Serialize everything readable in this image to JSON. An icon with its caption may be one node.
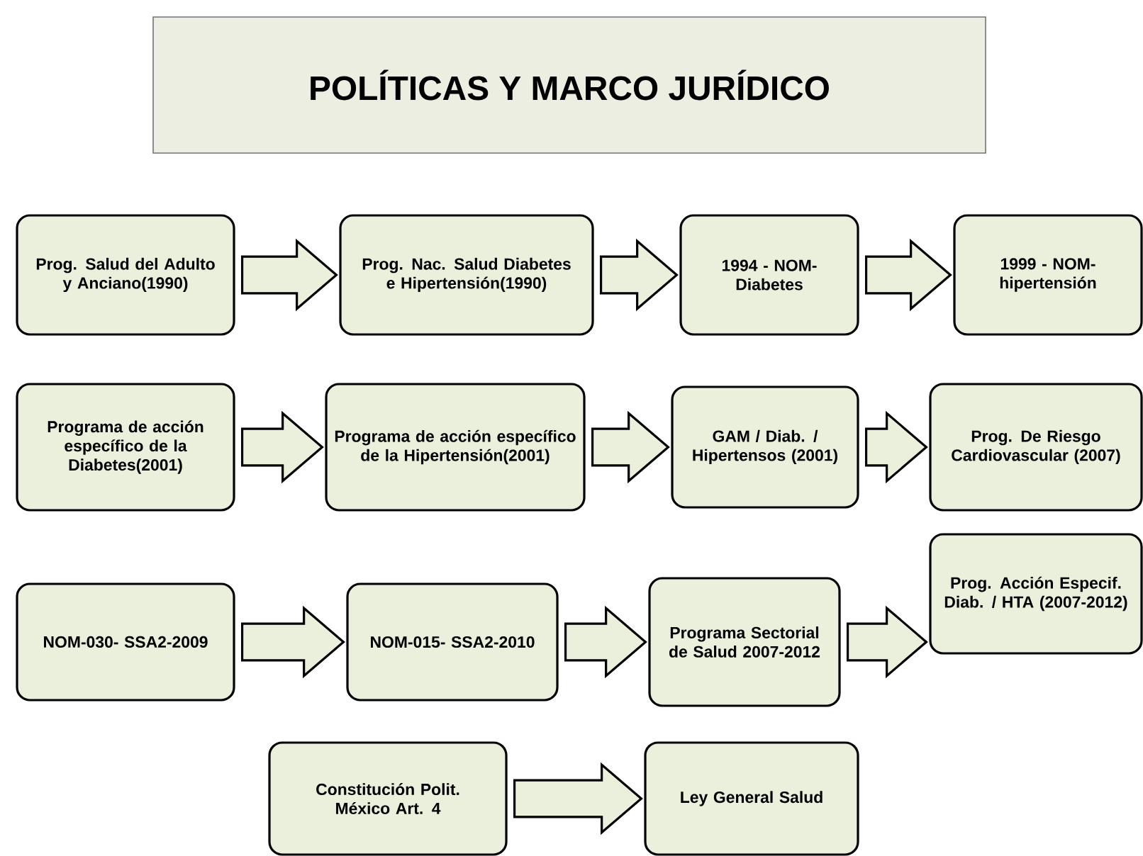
{
  "diagram": {
    "title": "POLÍTICAS Y MARCO JURÍDICO",
    "nodes": [
      {
        "text": [
          "Prog. Salud del Adulto y Anciano(1990)"
        ]
      },
      {
        "text": [
          "Prog. Nac. Salud Diabetes e Hipertensión(1990)"
        ]
      },
      {
        "text": [
          "1994 - NOM- Diabetes"
        ]
      },
      {
        "text": [
          "1999 - NOM- hipertensión"
        ]
      },
      {
        "text": [
          "Programa de acción específico de la Diabetes(2001)"
        ]
      },
      {
        "text": [
          "Programa de acción específico de la Hipertensión(2001)"
        ]
      },
      {
        "text": [
          "GAM / Diab. / Hipertensos (2001)"
        ]
      },
      {
        "text": [
          "Prog. De Riesgo Cardiovascular (2007)"
        ]
      },
      {
        "text": [
          "NOM-030- SSA2-2009"
        ]
      },
      {
        "text": [
          "NOM-015- SSA2-2010"
        ]
      },
      {
        "text": [
          "Programa Sectorial de Salud 2007-2012"
        ]
      },
      {
        "text": [
          "Prog. Acción Especif. Diab. / HTA (2007-2012)"
        ]
      },
      {
        "text": [
          "Constitución Polit. México Art. 4"
        ]
      },
      {
        "text": [
          "Ley General Salud"
        ]
      }
    ],
    "edges": [
      {
        "from": 0,
        "to": 1,
        "arrow": "to"
      },
      {
        "from": 1,
        "to": 2,
        "arrow": "to"
      },
      {
        "from": 2,
        "to": 3,
        "arrow": "to"
      },
      {
        "from": 4,
        "to": 5,
        "arrow": "to"
      },
      {
        "from": 5,
        "to": 6,
        "arrow": "to"
      },
      {
        "from": 6,
        "to": 7,
        "arrow": "to"
      },
      {
        "from": 8,
        "to": 9,
        "arrow": "to"
      },
      {
        "from": 9,
        "to": 10,
        "arrow": "to"
      },
      {
        "from": 10,
        "to": 11,
        "arrow": "to"
      },
      {
        "from": 12,
        "to": 13,
        "arrow": "to"
      }
    ]
  }
}
